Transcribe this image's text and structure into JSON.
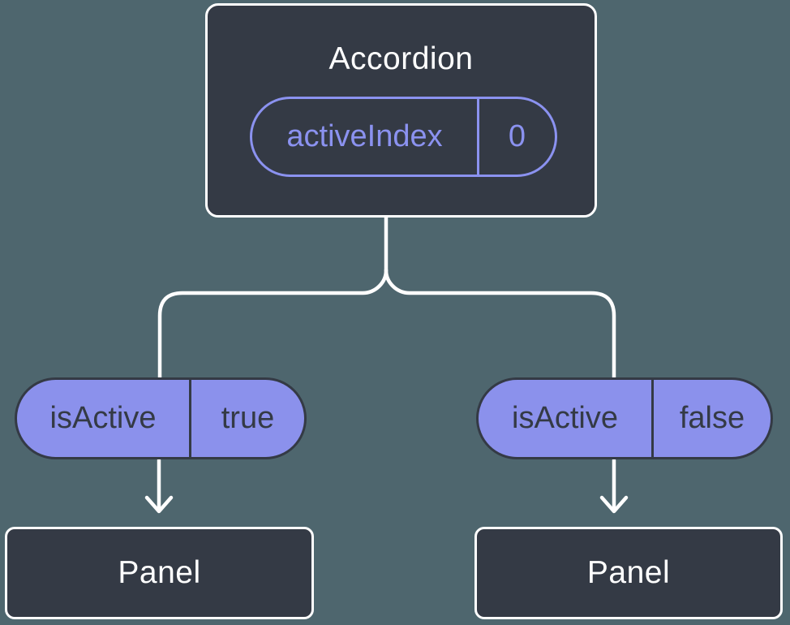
{
  "diagram": {
    "description": "Component tree diagram: Accordion parent with state passing isActive props to two Panel children",
    "root_node": {
      "title": "Accordion",
      "state_pill": {
        "label": "activeIndex",
        "value": "0"
      }
    },
    "left_branch": {
      "prop_pill": {
        "label": "isActive",
        "value": "true"
      },
      "node_title": "Panel"
    },
    "right_branch": {
      "prop_pill": {
        "label": "isActive",
        "value": "false"
      },
      "node_title": "Panel"
    },
    "colors": {
      "background": "#4E666E",
      "node_fill": "#343A45",
      "node_border": "#FFFFFF",
      "accent_purple_outline": "#8B92F0",
      "prop_pill_fill": "#8B91EC",
      "prop_pill_text": "#343A45",
      "connector": "#FFFFFF",
      "title_text": "#FFFFFF"
    }
  }
}
